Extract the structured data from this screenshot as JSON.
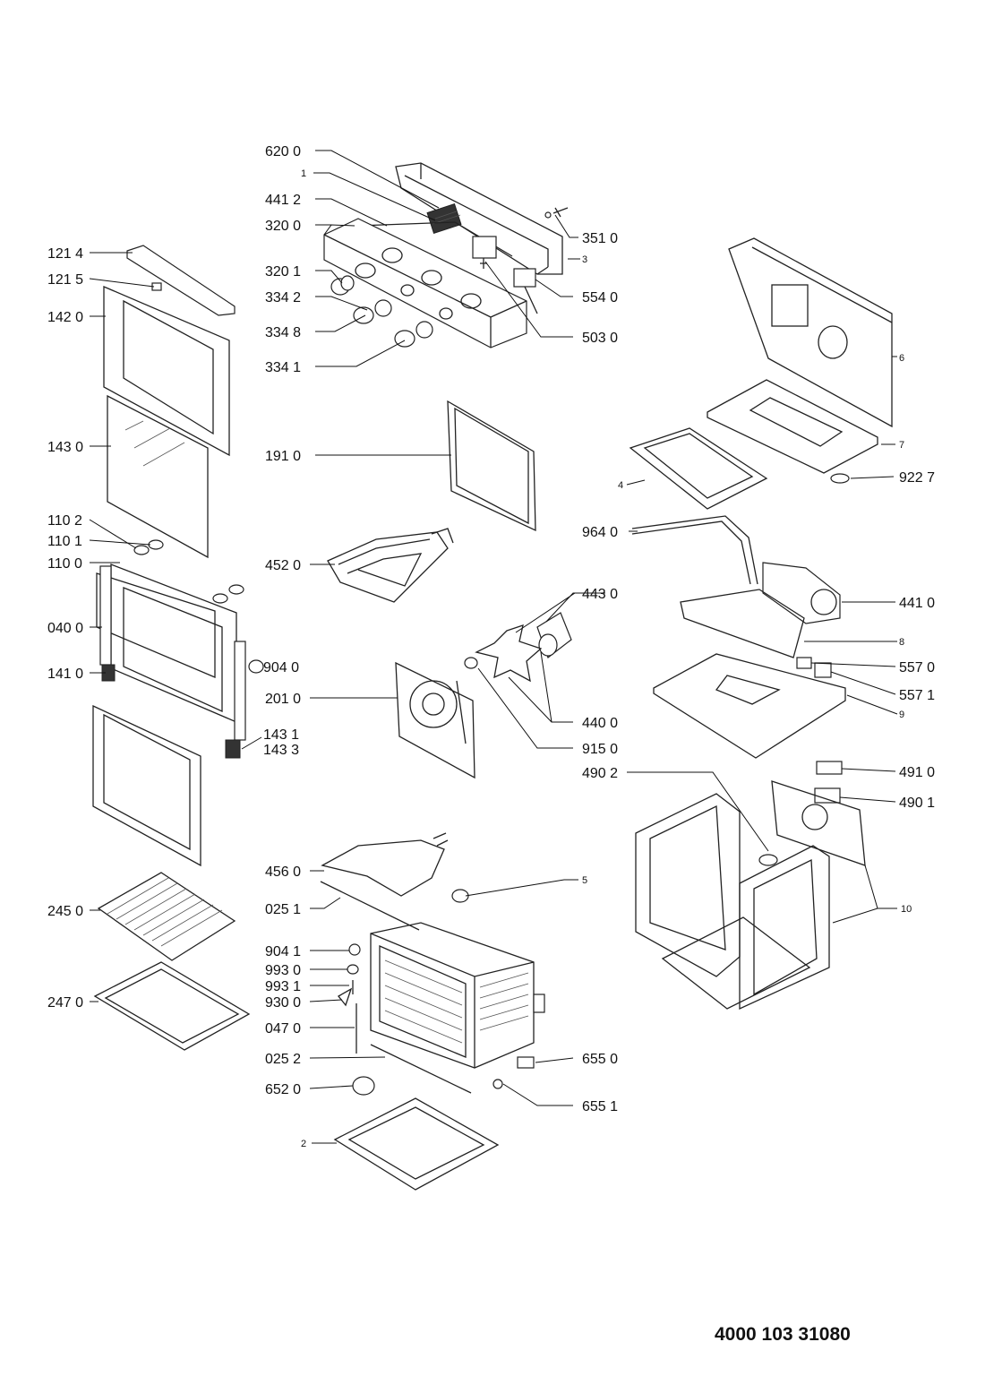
{
  "document_number": "4000 103 31080",
  "labels": {
    "l620_0": "620 0",
    "l1": "1",
    "l441_2": "441 2",
    "l320_0": "320 0",
    "l351_0": "351 0",
    "l3": "3",
    "l121_4": "121 4",
    "l121_5": "121 5",
    "l320_1": "320 1",
    "l334_2": "334 2",
    "l554_0": "554 0",
    "l142_0": "142 0",
    "l334_8": "334 8",
    "l503_0": "503 0",
    "l334_1": "334 1",
    "l6": "6",
    "l143_0": "143 0",
    "l191_0": "191 0",
    "l7": "7",
    "l922_7": "922 7",
    "l4": "4",
    "l110_2": "110 2",
    "l110_1": "110 1",
    "l110_0": "110 0",
    "l452_0": "452 0",
    "l964_0": "964 0",
    "l443_0": "443 0",
    "l441_0": "441 0",
    "l040_0": "040 0",
    "l904_0": "904 0",
    "l8": "8",
    "l141_0": "141 0",
    "l201_0": "201 0",
    "l557_0": "557 0",
    "l557_1": "557 1",
    "l9": "9",
    "l440_0": "440 0",
    "l143_1": "143 1",
    "l143_3": "143 3",
    "l915_0": "915 0",
    "l490_2": "490 2",
    "l491_0": "491 0",
    "l490_1": "490 1",
    "l456_0": "456 0",
    "l5": "5",
    "l245_0": "245 0",
    "l025_1": "025 1",
    "l10": "10",
    "l904_1": "904 1",
    "l993_0": "993 0",
    "l993_1": "993 1",
    "l930_0": "930 0",
    "l247_0": "247 0",
    "l047_0": "047 0",
    "l025_2": "025 2",
    "l655_0": "655 0",
    "l652_0": "652 0",
    "l655_1": "655 1",
    "l2": "2"
  }
}
